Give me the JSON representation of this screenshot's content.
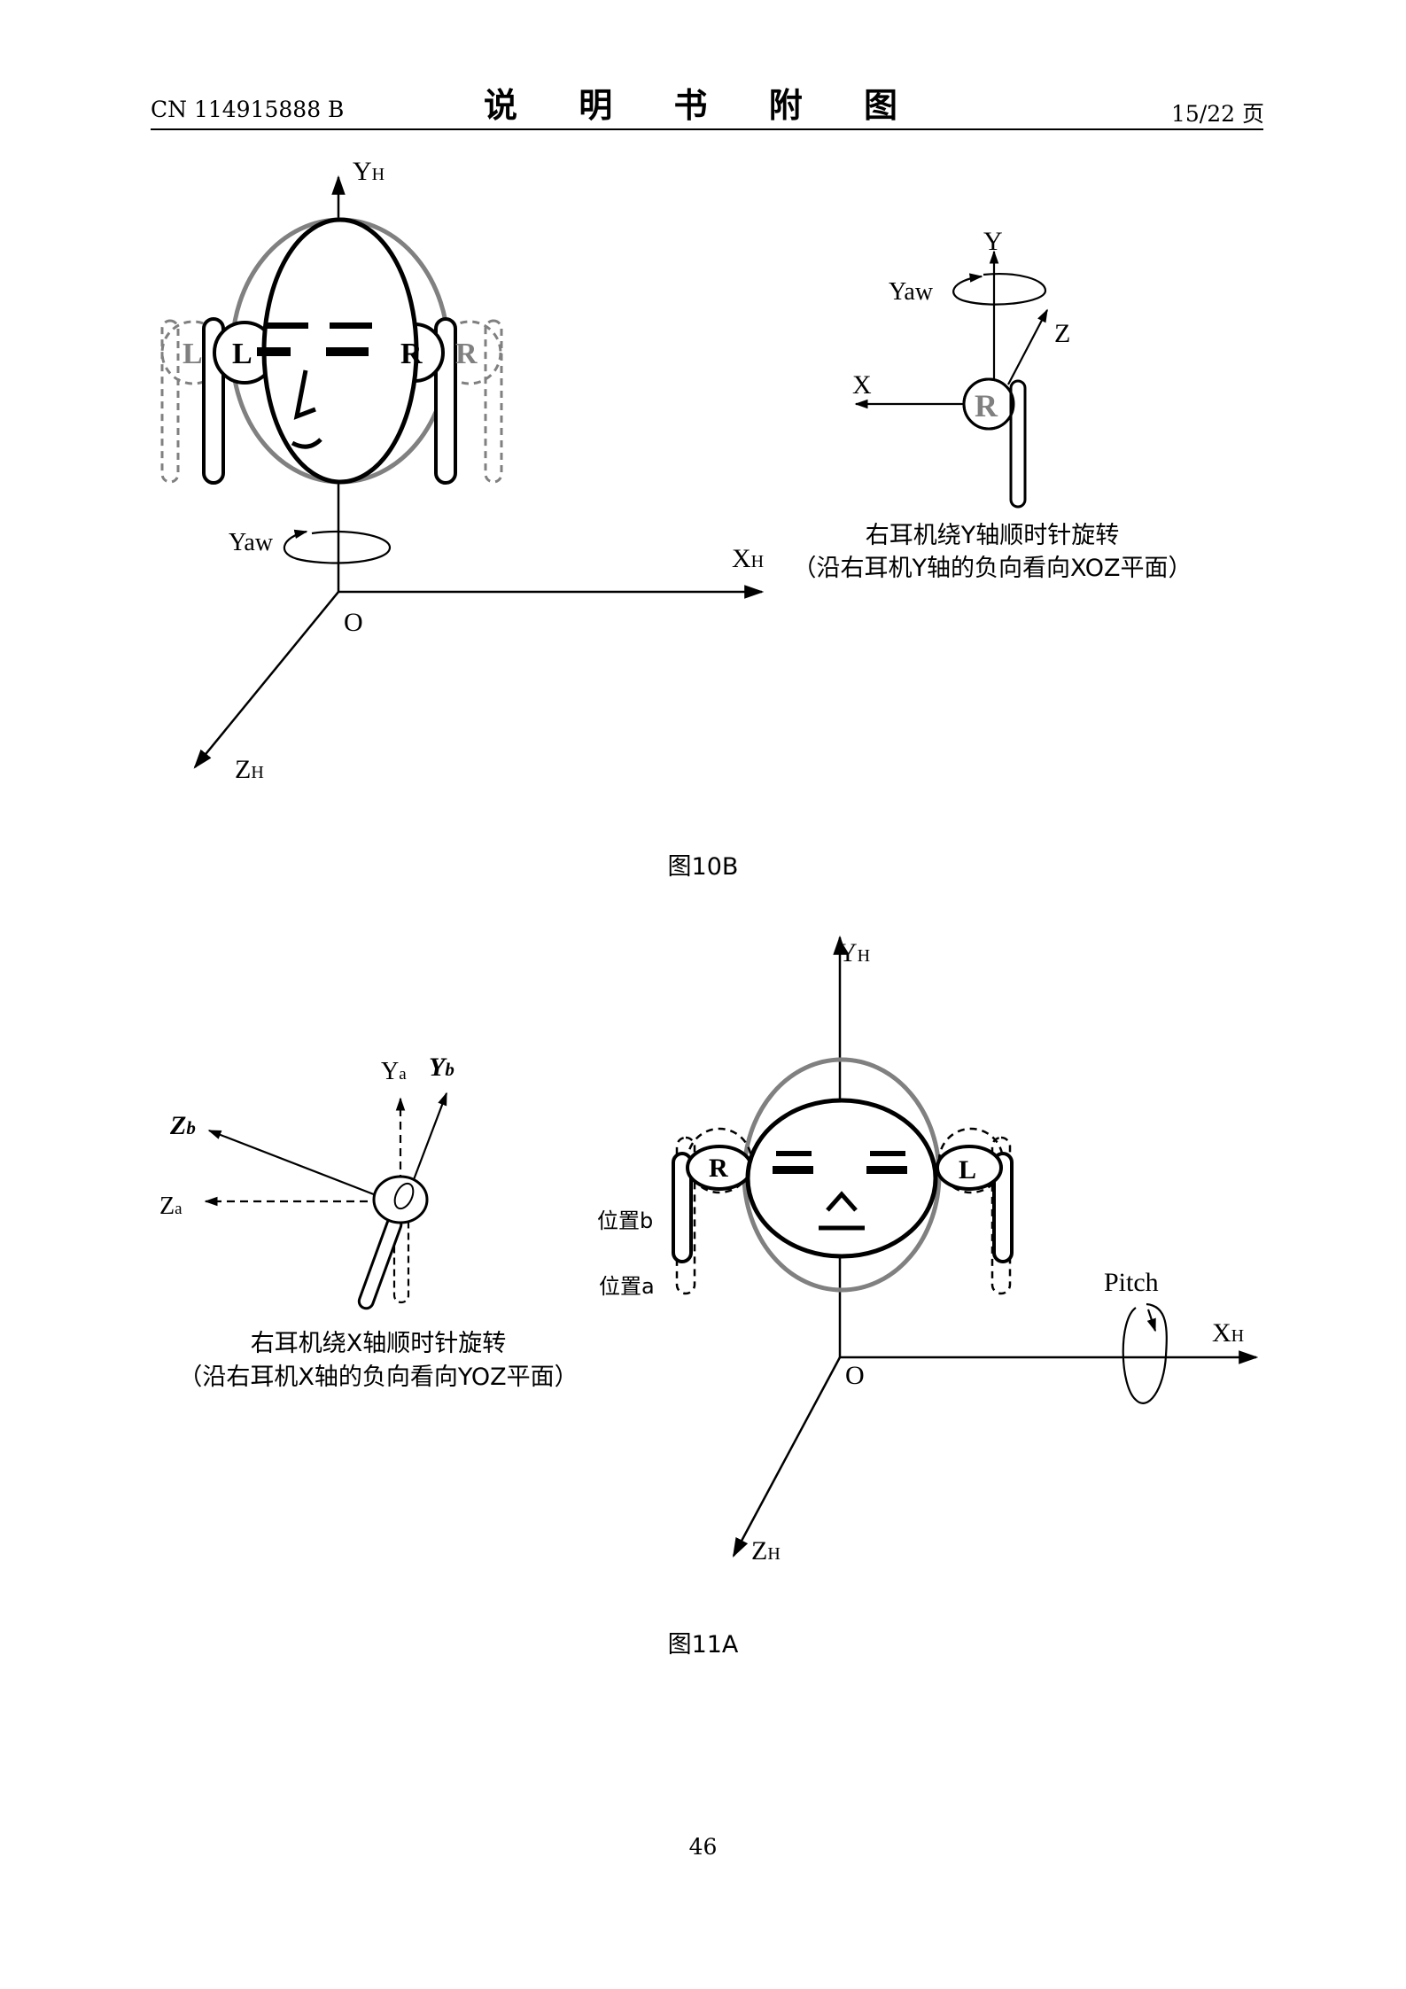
{
  "header": {
    "patent_number": "CN 114915888 B",
    "title": "说 明 书 附 图",
    "page_ratio": "15/22 页"
  },
  "fig10b": {
    "caption": "图10B",
    "axis_y": "Y",
    "axis_y_sub": "H",
    "axis_x": "X",
    "axis_x_sub": "H",
    "axis_z": "Z",
    "axis_z_sub": "H",
    "origin": "O",
    "yaw_label": "Yaw",
    "left_earbud": "L",
    "right_earbud": "R",
    "inset": {
      "axis_y": "Y",
      "axis_x": "X",
      "axis_z": "Z",
      "yaw_label": "Yaw",
      "earbud": "R",
      "desc_line1": "右耳机绕Y轴顺时针旋转",
      "desc_line2": "（沿右耳机Y轴的负向看向XOZ平面）"
    }
  },
  "fig11a": {
    "caption": "图11A",
    "axis_y": "Y",
    "axis_y_sub": "H",
    "axis_x": "X",
    "axis_x_sub": "H",
    "axis_z": "Z",
    "axis_z_sub": "H",
    "origin": "O",
    "pitch_label": "Pitch",
    "right_earbud": "R",
    "left_earbud": "L",
    "position_b": "位置b",
    "position_a": "位置a",
    "inset": {
      "ya": "Y",
      "ya_sub": "a",
      "yb": "Y",
      "yb_sub": "b",
      "za": "Z",
      "za_sub": "a",
      "zb": "Z",
      "zb_sub": "b",
      "desc_line1": "右耳机绕X轴顺时针旋转",
      "desc_line2": "（沿右耳机X轴的负向看向YOZ平面）"
    }
  },
  "page_number": "46"
}
